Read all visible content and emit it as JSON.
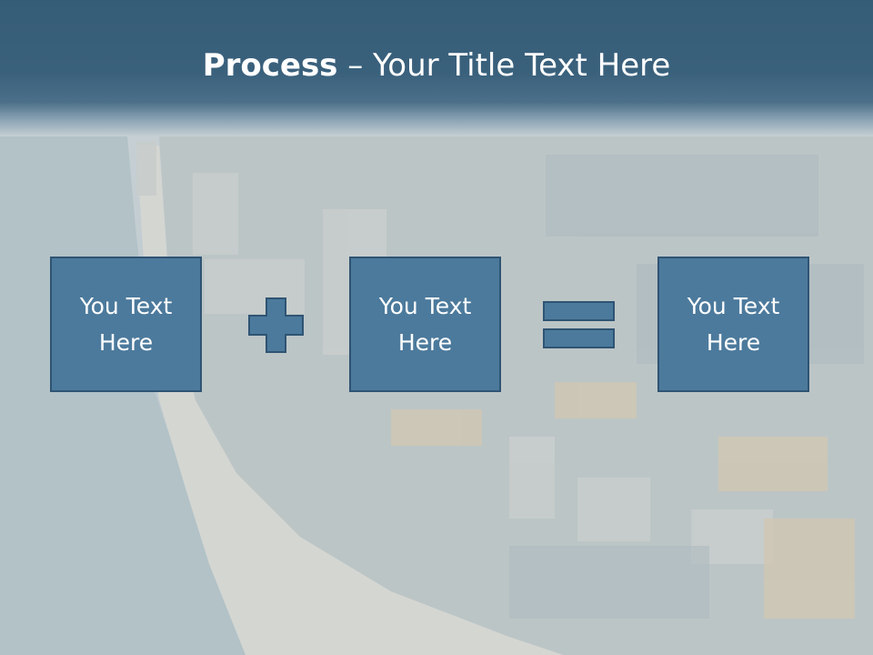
{
  "slide": {
    "title_bold": "Process",
    "title_rest": " – Your Title Text Here",
    "boxes": [
      {
        "label": "You Text Here"
      },
      {
        "label": "You Text Here"
      },
      {
        "label": "You Text Here"
      }
    ],
    "operators": [
      "plus-icon",
      "equals-icon"
    ]
  },
  "colors": {
    "title_band": "#3a617c",
    "box_fill": "#4c7a9c",
    "box_border": "#2f5473",
    "text": "#ffffff"
  }
}
